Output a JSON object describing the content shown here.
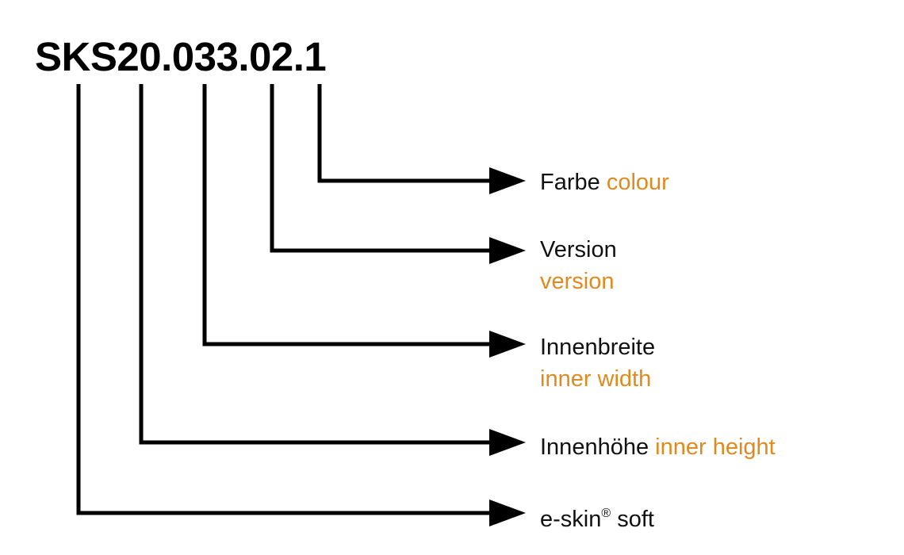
{
  "diagram": {
    "code": "SKS20.033.02.1",
    "colors": {
      "line": "#000000",
      "translation": "#E08A1E",
      "text": "#111111"
    },
    "segments": [
      {
        "id": "colour",
        "de": "Farbe",
        "en": "colour",
        "layout": "inline"
      },
      {
        "id": "version",
        "de": "Version",
        "en": "version",
        "layout": "stacked"
      },
      {
        "id": "inner-width",
        "de": "Innenbreite",
        "en": "inner width",
        "layout": "stacked"
      },
      {
        "id": "inner-height",
        "de": "Innenhöhe",
        "en": "inner height",
        "layout": "inline"
      },
      {
        "id": "product",
        "de": "e-skin",
        "sup": "®",
        "de_suffix": " soft",
        "en": ""
      }
    ]
  }
}
